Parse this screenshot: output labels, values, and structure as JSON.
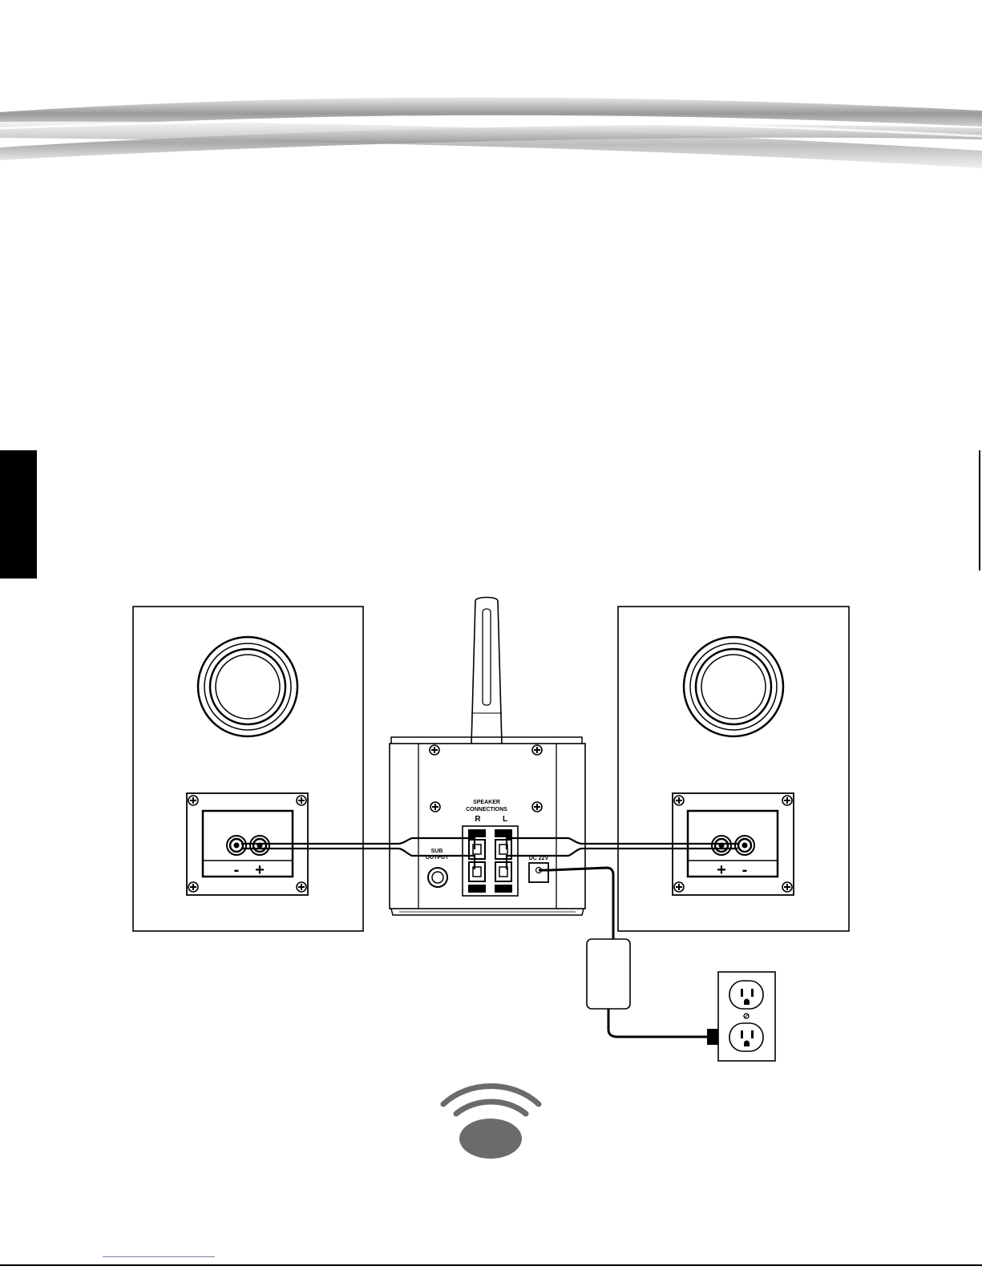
{
  "diagram": {
    "subwoofer": {
      "speaker_connections_label": "SPEAKER\nCONNECTIONS",
      "speaker_connections_line1": "SPEAKER",
      "speaker_connections_line2": "CONNECTIONS",
      "right_channel": "R",
      "left_channel": "L",
      "sub_output_line1": "SUB",
      "sub_output_line2": "OUTPUT",
      "dc_input": "DC 22V"
    },
    "left_speaker": {
      "terminal_minus": "-",
      "terminal_plus": "+"
    },
    "right_speaker": {
      "terminal_plus": "+",
      "terminal_minus": "-"
    }
  },
  "colors": {
    "ink": "#000000",
    "tab": "#000000",
    "logo_grey": "#6b6b6b",
    "footer_link": "#7a7ad8"
  },
  "icons": [
    "header-swoosh",
    "wireless-logo-icon",
    "power-outlet-icon",
    "plug-arrow-icon",
    "power-adapter-icon",
    "screw-icon"
  ]
}
